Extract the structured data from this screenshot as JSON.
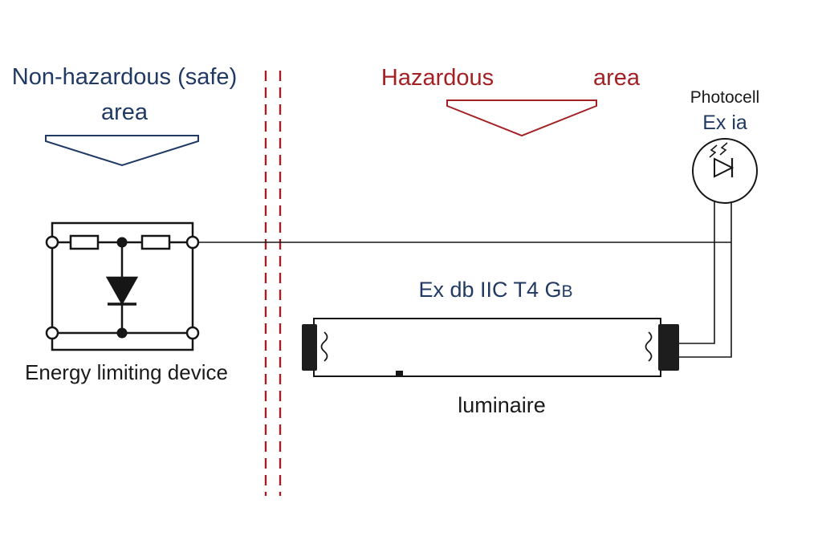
{
  "diagram": {
    "zones": {
      "safe": {
        "line1": "Non-hazardous (safe)",
        "line2": "area"
      },
      "hazardous": {
        "word1": "Hazardous",
        "word2": "area"
      }
    },
    "photocell": {
      "title": "Photocell",
      "marking": "Ex ia"
    },
    "energy_limiting_device": {
      "label": "Energy limiting device"
    },
    "luminaire": {
      "label": "luminaire",
      "marking_main": "Ex db IIC T4 G",
      "marking_small": "B"
    },
    "colors": {
      "navy": "#203a64",
      "red": "#a32125",
      "ink": "#161616"
    }
  }
}
